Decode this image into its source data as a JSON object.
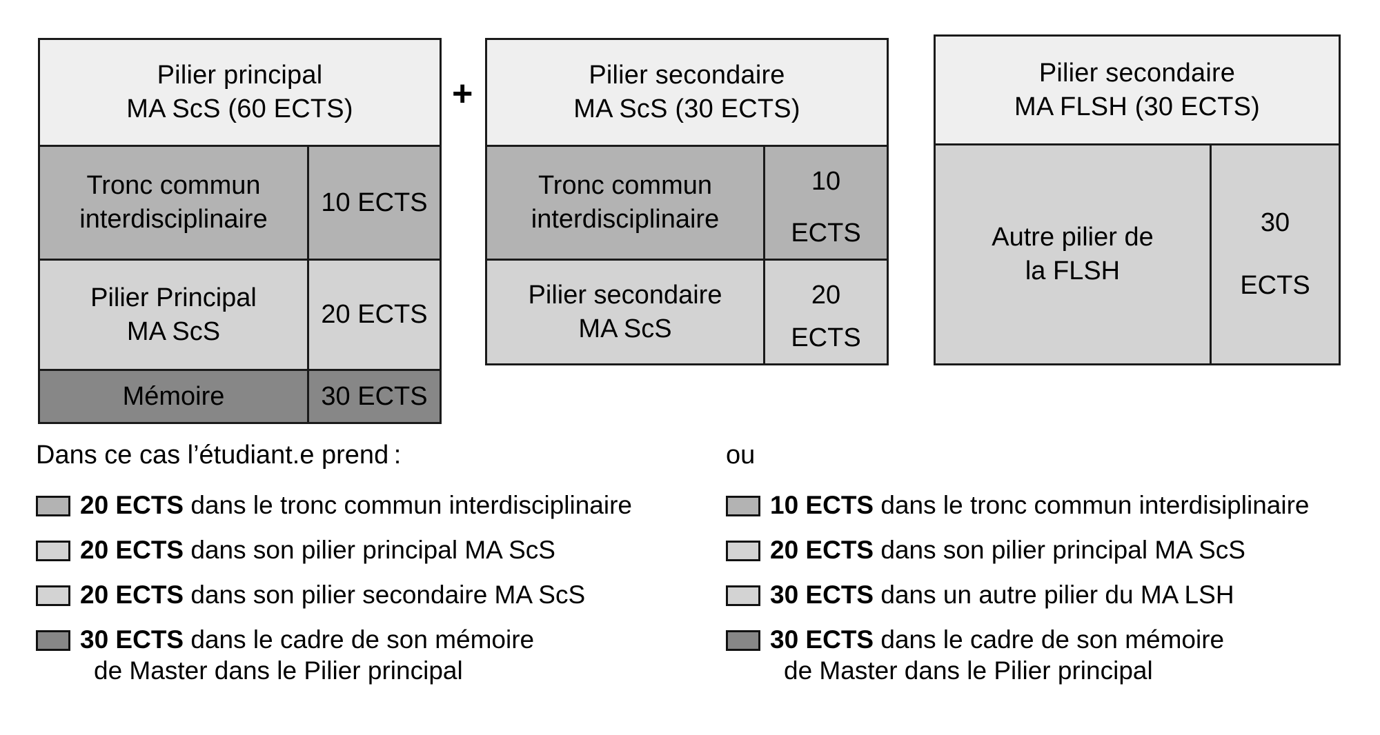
{
  "diagram": {
    "plus_symbol": "+",
    "pillars": [
      {
        "id": "main-pillar",
        "header_line1": "Pilier principal",
        "header_line2": "MA ScS (60 ECTS)",
        "rows": [
          {
            "label_line1": "Tronc commun",
            "label_line2": "interdisciplinaire",
            "value": "10 ECTS",
            "shade": "#b3b3b3"
          },
          {
            "label_line1": "Pilier Principal",
            "label_line2": "MA ScS",
            "value": "20 ECTS",
            "shade": "#d3d3d3"
          },
          {
            "label_line1": "Mémoire",
            "label_line2": "",
            "value": "30 ECTS",
            "shade": "#878787"
          }
        ]
      },
      {
        "id": "secondary-pillar-scs",
        "header_line1": "Pilier secondaire",
        "header_line2": "MA ScS (30 ECTS)",
        "rows": [
          {
            "label_line1": "Tronc commun",
            "label_line2": "interdisciplinaire",
            "value_number": "10",
            "value_unit": "ECTS",
            "shade": "#b3b3b3"
          },
          {
            "label_line1": "Pilier secondaire",
            "label_line2": "MA ScS",
            "value_number": "20",
            "value_unit": "ECTS",
            "shade": "#d3d3d3"
          }
        ]
      },
      {
        "id": "secondary-pillar-flsh",
        "header_line1": "Pilier secondaire",
        "header_line2": "MA FLSH (30 ECTS)",
        "rows": [
          {
            "label_line1": "Autre pilier de",
            "label_line2": "la FLSH",
            "value_number": "30",
            "value_unit": "ECTS",
            "shade": "#d3d3d3"
          }
        ]
      }
    ]
  },
  "legend": {
    "left": {
      "intro": "Dans ce cas l’étudiant.e prend :",
      "items": [
        {
          "swatch": "#b3b3b3",
          "amount": "20 ECTS",
          "text": " dans le tronc commun interdisciplinaire",
          "second_line": ""
        },
        {
          "swatch": "#d3d3d3",
          "amount": "20 ECTS",
          "text": " dans son pilier principal MA ScS",
          "second_line": ""
        },
        {
          "swatch": "#d3d3d3",
          "amount": "20 ECTS",
          "text": " dans son pilier secondaire MA ScS",
          "second_line": ""
        },
        {
          "swatch": "#878787",
          "amount": "30 ECTS",
          "text": " dans le cadre de son mémoire",
          "second_line": "de Master dans le Pilier principal"
        }
      ]
    },
    "right": {
      "intro": "ou",
      "items": [
        {
          "swatch": "#b3b3b3",
          "amount": "10 ECTS",
          "text": " dans le tronc commun interdisiplinaire",
          "second_line": ""
        },
        {
          "swatch": "#d3d3d3",
          "amount": "20 ECTS",
          "text": " dans son pilier principal MA ScS",
          "second_line": ""
        },
        {
          "swatch": "#d3d3d3",
          "amount": "30 ECTS",
          "text": " dans un autre pilier du MA LSH",
          "second_line": ""
        },
        {
          "swatch": "#878787",
          "amount": "30 ECTS",
          "text": " dans le cadre de son mémoire",
          "second_line": "de Master dans le Pilier principal"
        }
      ]
    }
  },
  "colors": {
    "header_shade": "#efefef",
    "mid_shade": "#b3b3b3",
    "light_shade": "#d3d3d3",
    "dark_shade": "#878787",
    "border": "#1a1a1a",
    "background": "#ffffff"
  }
}
